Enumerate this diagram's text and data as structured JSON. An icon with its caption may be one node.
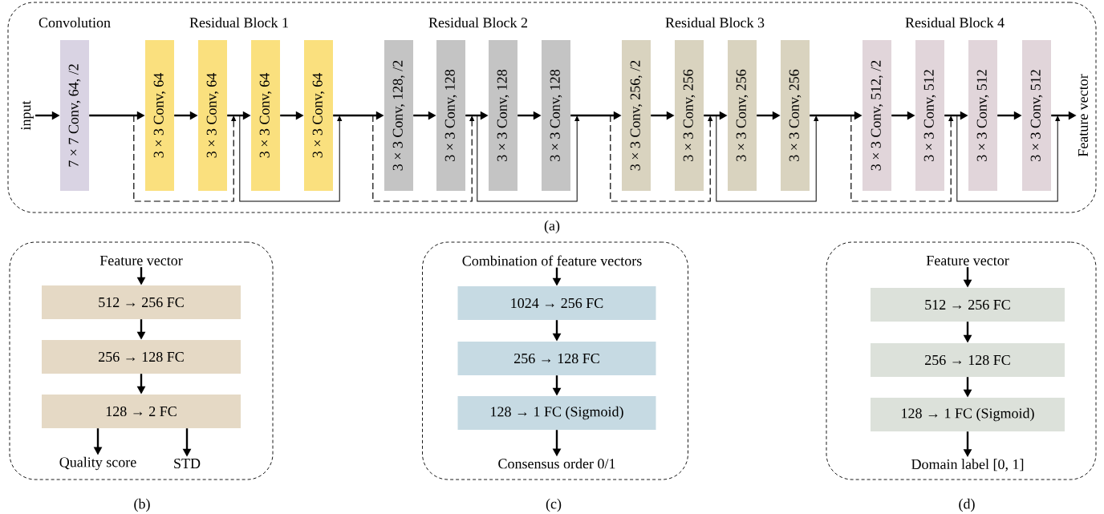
{
  "diagram": {
    "nodes": [
      {
        "text": [],
        "shape": "box",
        "beside": [
          "(a)"
        ]
      },
      {
        "text": [
          "input"
        ],
        "in": 0
      },
      {
        "text": [
          "7 × 7 Conv, 64, /2"
        ],
        "in": 0
      },
      {
        "text": [
          "3 × 3 Conv, 64"
        ],
        "in": 0
      },
      {
        "text": [
          "3 × 3 Conv, 64"
        ],
        "in": 0
      },
      {
        "text": [
          "3 × 3 Conv, 64"
        ],
        "in": 0
      },
      {
        "text": [
          "3 × 3 Conv, 64"
        ],
        "in": 0
      },
      {
        "text": [
          "3 × 3 Conv, 128, /2"
        ],
        "in": 0
      },
      {
        "text": [
          "3 × 3 Conv, 128"
        ],
        "in": 0
      },
      {
        "text": [
          "3 × 3 Conv, 128"
        ],
        "in": 0
      },
      {
        "text": [
          "3 × 3 Conv, 128"
        ],
        "in": 0
      },
      {
        "text": [
          "3 × 3 Conv, 256, /2"
        ],
        "in": 0
      },
      {
        "text": [
          "3 × 3 Conv, 256"
        ],
        "in": 0
      },
      {
        "text": [
          "3 × 3 Conv, 256"
        ],
        "in": 0
      },
      {
        "text": [
          "3 × 3 Conv, 256"
        ],
        "in": 0
      },
      {
        "text": [
          "3 × 3 Conv, 512, /2"
        ],
        "in": 0
      },
      {
        "text": [
          "3 × 3 Conv, 512"
        ],
        "in": 0
      },
      {
        "text": [
          "3 × 3 Conv, 512"
        ],
        "in": 0
      },
      {
        "text": [
          "3 × 3 Conv, 512"
        ],
        "in": 0
      },
      {
        "text": [
          "Feature vector"
        ],
        "in": 0
      },
      {
        "text": [],
        "shape": "box",
        "beside": [
          "(b)"
        ]
      },
      {
        "text": [
          "Feature vector"
        ],
        "in": 20
      },
      {
        "text": [
          "512 → 256 FC"
        ],
        "in": 20
      },
      {
        "text": [
          "256 → 128 FC"
        ],
        "in": 20
      },
      {
        "text": [
          "128 → 2 FC"
        ],
        "in": 20
      },
      {
        "text": [
          "Quality score"
        ],
        "in": 20
      },
      {
        "text": [
          "STD"
        ],
        "in": 20
      },
      {
        "text": [],
        "shape": "box",
        "beside": [
          "(c)"
        ]
      },
      {
        "text": [
          "Combination of feature vectors"
        ],
        "in": 27
      },
      {
        "text": [
          "1024 → 256 FC"
        ],
        "in": 27
      },
      {
        "text": [
          "256 → 128 FC"
        ],
        "in": 27
      },
      {
        "text": [
          "128 → 1 FC (Sigmoid)"
        ],
        "in": 27
      },
      {
        "text": [
          "Consensus order  0/1"
        ],
        "in": 27
      },
      {
        "text": [],
        "shape": "box",
        "beside": [
          "(d)"
        ]
      },
      {
        "text": [
          "Feature vector"
        ],
        "in": 33
      },
      {
        "text": [
          "512 → 256 FC"
        ],
        "in": 33
      },
      {
        "text": [
          "256 → 128 FC"
        ],
        "in": 33
      },
      {
        "text": [
          "128 → 1 FC (Sigmoid)"
        ],
        "in": 33
      },
      {
        "text": [
          "Domain label [0, 1]"
        ],
        "in": 33
      }
    ],
    "edges": [
      {
        "from": 1,
        "to": 2,
        "arrow": "to"
      },
      {
        "from": 2,
        "to": 3,
        "arrow": "to"
      },
      {
        "from": 3,
        "to": 4,
        "arrow": "to"
      },
      {
        "from": 4,
        "to": 5,
        "arrow": "to"
      },
      {
        "from": 5,
        "to": 6,
        "arrow": "to"
      },
      {
        "from": 6,
        "to": 7,
        "arrow": "to"
      },
      {
        "from": 7,
        "to": 8,
        "arrow": "to"
      },
      {
        "from": 8,
        "to": 9,
        "arrow": "to"
      },
      {
        "from": 9,
        "to": 10,
        "arrow": "to"
      },
      {
        "from": 10,
        "to": 11,
        "arrow": "to"
      },
      {
        "from": 11,
        "to": 12,
        "arrow": "to"
      },
      {
        "from": 12,
        "to": 13,
        "arrow": "to"
      },
      {
        "from": 13,
        "to": 14,
        "arrow": "to"
      },
      {
        "from": 14,
        "to": 15,
        "arrow": "to"
      },
      {
        "from": 15,
        "to": 16,
        "arrow": "to"
      },
      {
        "from": 16,
        "to": 17,
        "arrow": "to"
      },
      {
        "from": 17,
        "to": 18,
        "arrow": "to"
      },
      {
        "from": 18,
        "to": 19,
        "arrow": "to"
      },
      {
        "from": 3,
        "to": 4,
        "arrow": "to",
        "style": "dashed"
      },
      {
        "from": 5,
        "to": 6,
        "arrow": "to"
      },
      {
        "from": 7,
        "to": 8,
        "arrow": "to",
        "style": "dashed"
      },
      {
        "from": 9,
        "to": 10,
        "arrow": "to"
      },
      {
        "from": 11,
        "to": 12,
        "arrow": "to",
        "style": "dashed"
      },
      {
        "from": 13,
        "to": 14,
        "arrow": "to"
      },
      {
        "from": 15,
        "to": 16,
        "arrow": "to",
        "style": "dashed"
      },
      {
        "from": 17,
        "to": 18,
        "arrow": "to"
      },
      {
        "from": 21,
        "to": 22,
        "arrow": "to"
      },
      {
        "from": 22,
        "to": 23,
        "arrow": "to"
      },
      {
        "from": 23,
        "to": 24,
        "arrow": "to"
      },
      {
        "from": 24,
        "to": 25,
        "arrow": "to"
      },
      {
        "from": 24,
        "to": 26,
        "arrow": "to"
      },
      {
        "from": 28,
        "to": 29,
        "arrow": "to"
      },
      {
        "from": 29,
        "to": 30,
        "arrow": "to"
      },
      {
        "from": 30,
        "to": 31,
        "arrow": "to"
      },
      {
        "from": 31,
        "to": 32,
        "arrow": "to"
      },
      {
        "from": 34,
        "to": 35,
        "arrow": "to"
      },
      {
        "from": 35,
        "to": 36,
        "arrow": "to"
      },
      {
        "from": 36,
        "to": 37,
        "arrow": "to"
      },
      {
        "from": 37,
        "to": 38,
        "arrow": "to"
      }
    ],
    "labels": [
      "Convolution",
      "Residual Block 1",
      "Residual Block 2",
      "Residual Block 3",
      "Residual Block 4"
    ]
  }
}
